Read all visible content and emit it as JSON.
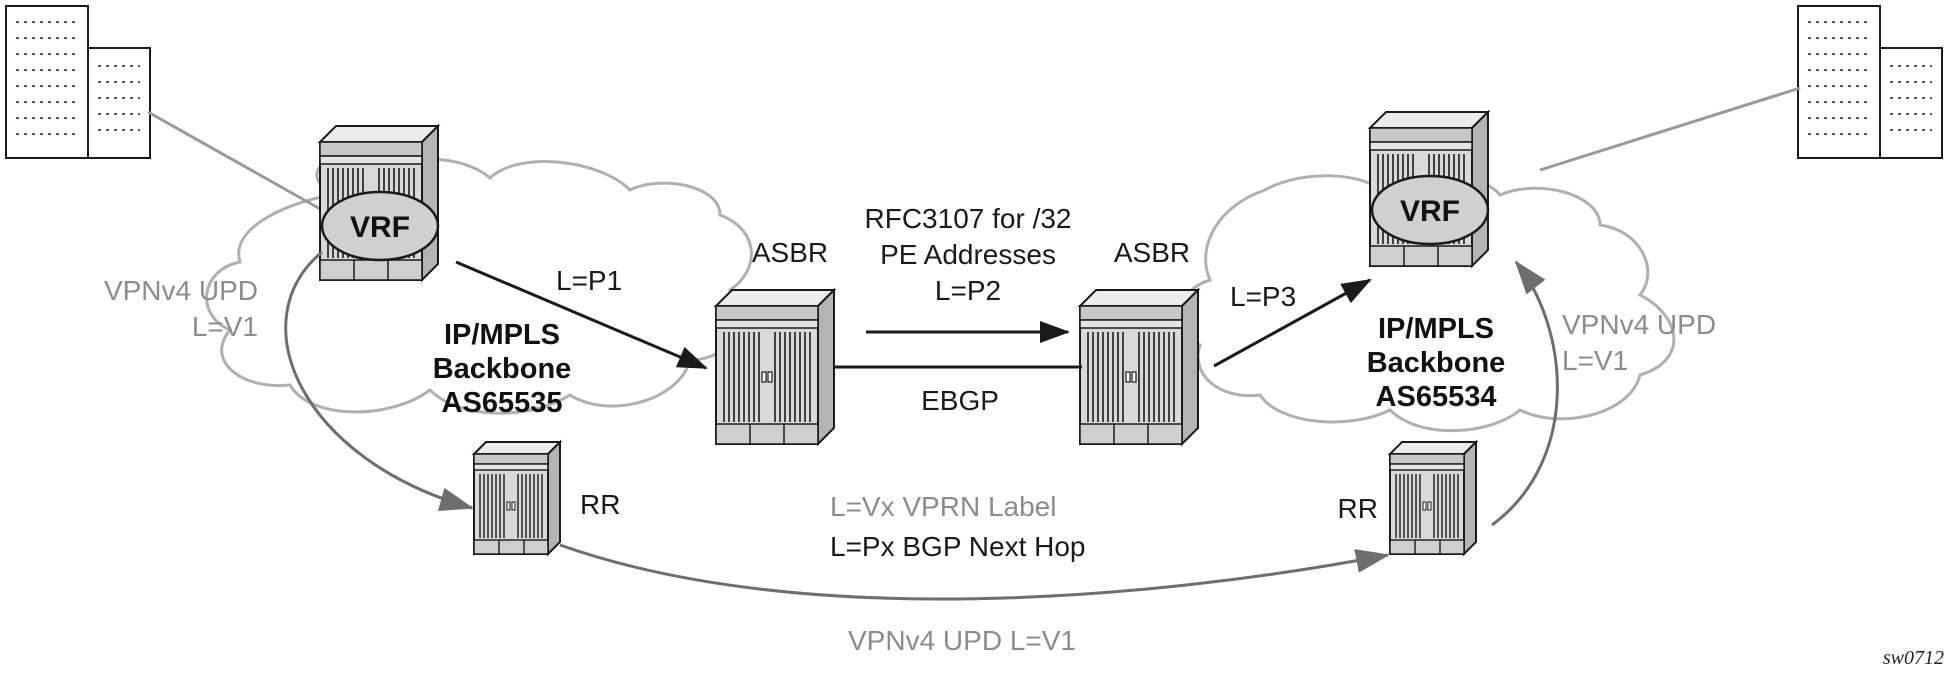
{
  "labels": {
    "vrf": "VRF",
    "asbr": "ASBR",
    "rr": "RR",
    "rfc_line1": "RFC3107 for /32",
    "rfc_line2": "PE Addresses",
    "rfc_line3": "L=P2",
    "ebgp": "EBGP",
    "label_p1": "L=P1",
    "label_p3": "L=P3",
    "left_backbone": [
      "IP/MPLS",
      "Backbone",
      "AS65535"
    ],
    "right_backbone": [
      "IP/MPLS",
      "Backbone",
      "AS65534"
    ],
    "left_vpnv4": [
      "VPNv4 UPD",
      "L=V1"
    ],
    "right_vpnv4": [
      "VPNv4 UPD",
      "L=V1"
    ],
    "legend_vprn": "L=Vx VPRN Label",
    "legend_bgp": "L=Px BGP Next Hop",
    "bottom_vpnv4": "VPNv4 UPD L=V1",
    "figure_id": "sw0712"
  },
  "colors": {
    "ink": "#1a1a1a",
    "gray_text": "#8c8c8c",
    "cloud_stroke": "#b0b0b0",
    "router_face": "#d9d9d9",
    "router_side": "#b4b4b4",
    "router_top": "#ececec",
    "arrow_gray": "#6e6e6e"
  }
}
